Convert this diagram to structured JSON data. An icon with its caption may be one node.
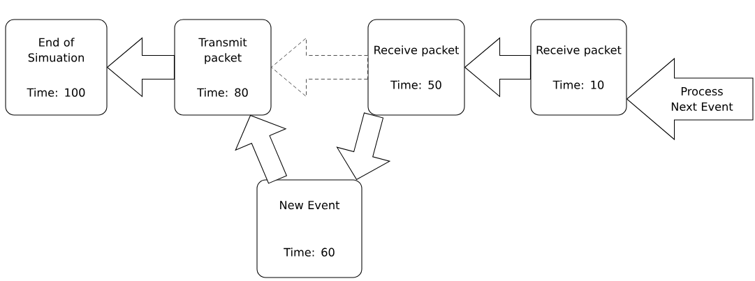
{
  "diagram": {
    "nodes": [
      {
        "text": [
          "End of Simuation",
          "Time: 100"
        ]
      },
      {
        "text": [
          "Transmit packet",
          "Time: 80"
        ]
      },
      {
        "text": [
          "Receive packet",
          "Time: 50"
        ]
      },
      {
        "text": [
          "Receive packet",
          "Time: 10"
        ]
      },
      {
        "text": [
          "New Event",
          "Time: 60"
        ]
      }
    ],
    "edges": [
      {
        "from": 1,
        "to": 0,
        "arrow": "to"
      },
      {
        "from": 2,
        "to": 1,
        "arrow": "to",
        "style": "dashed"
      },
      {
        "from": 3,
        "to": 2,
        "arrow": "to"
      },
      {
        "from": 2,
        "to": 4,
        "arrow": "to"
      },
      {
        "from": 4,
        "to": 1,
        "arrow": "to"
      },
      {
        "from": null,
        "to": 3,
        "arrow": "to",
        "label": "Process Next Event"
      }
    ]
  }
}
